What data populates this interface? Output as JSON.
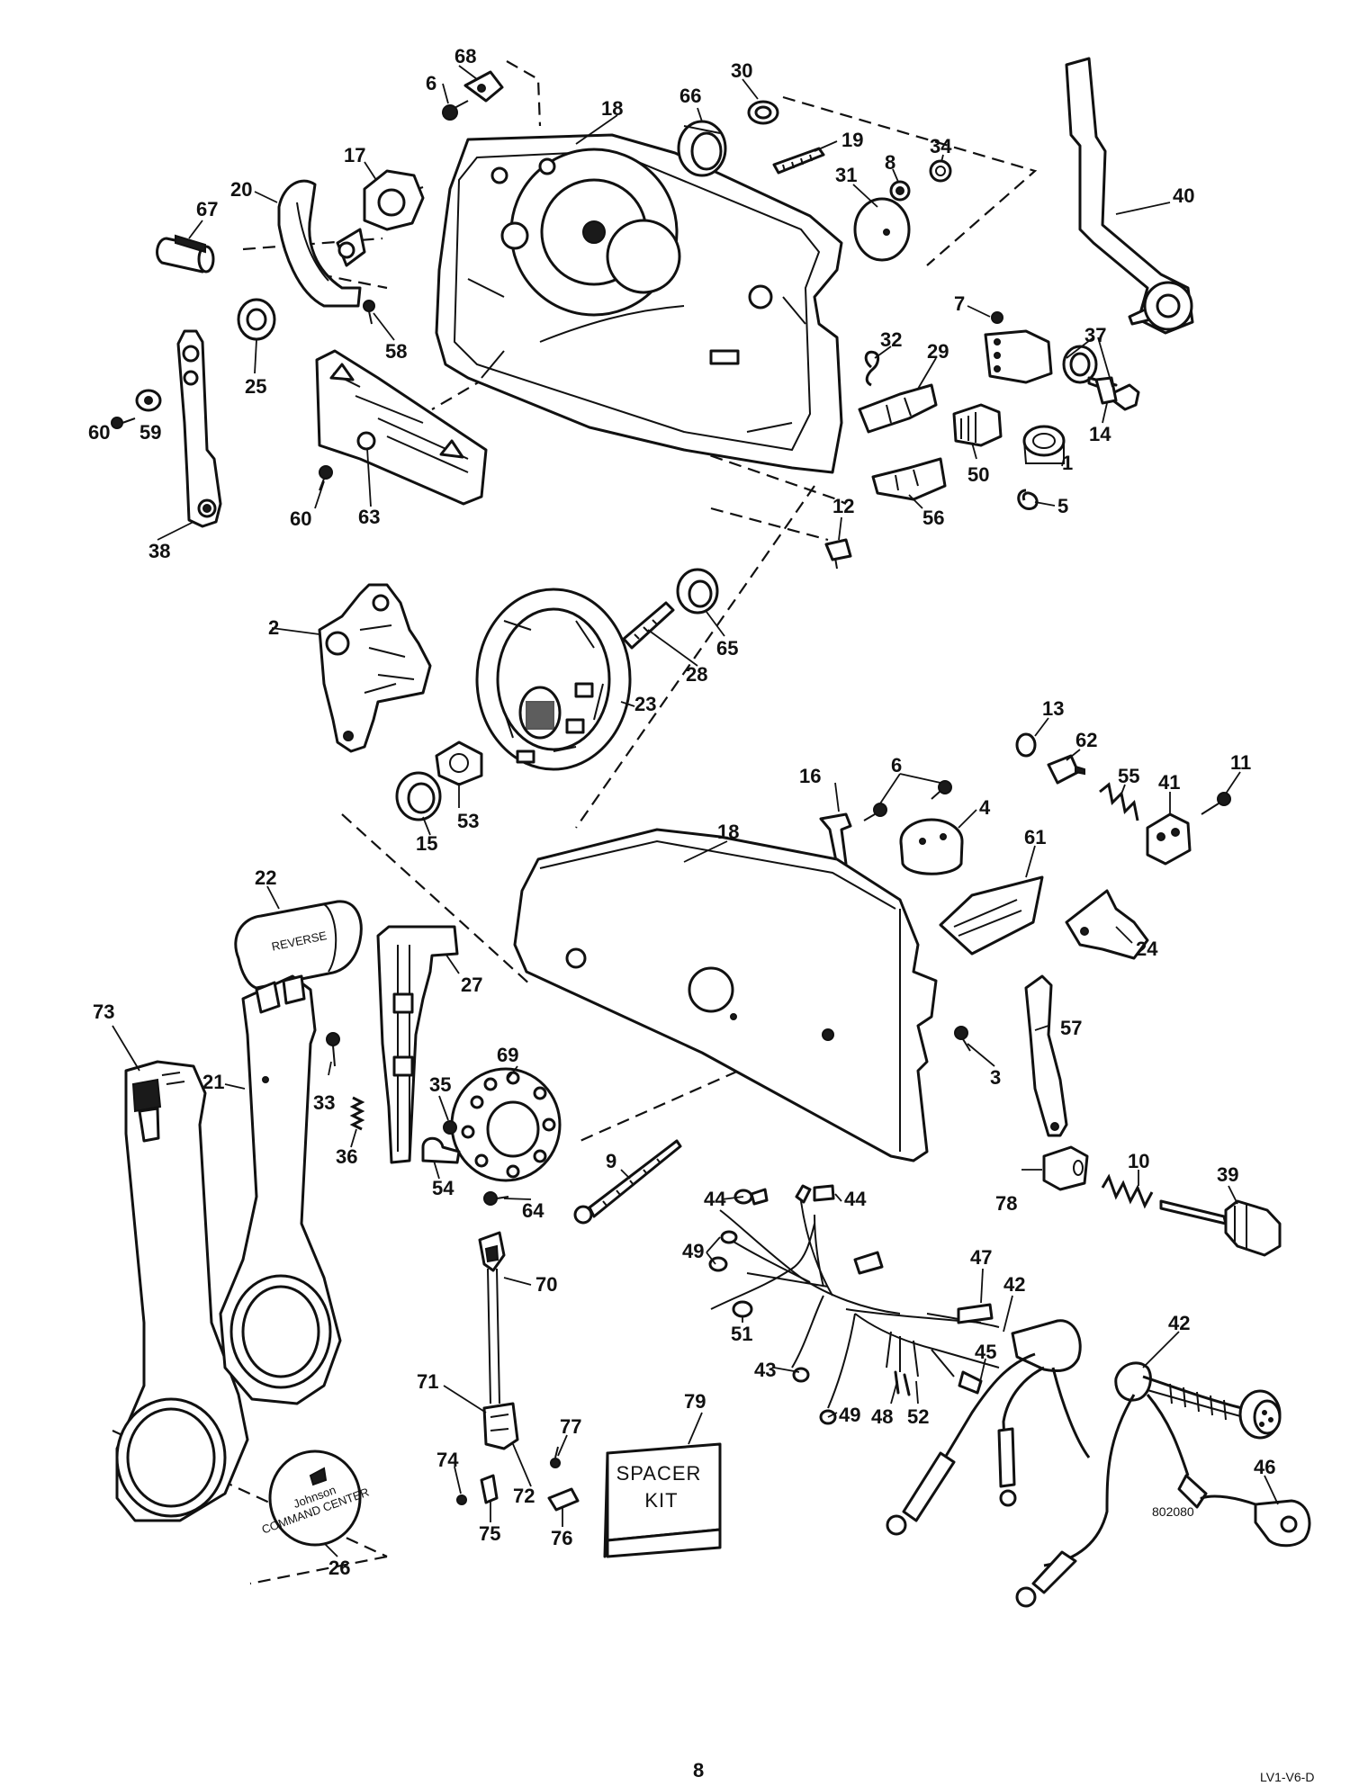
{
  "diagram": {
    "drawing_number": "802080",
    "page_number": "8",
    "corner_code": "LV1-V6-D",
    "spacer_kit_label_line1": "SPACER",
    "spacer_kit_label_line2": "KIT",
    "logo_text_line1": "Johnson",
    "logo_text_line2": "COMMAND CENTER",
    "handle_button_text": "REVERSE"
  },
  "callouts": [
    {
      "id": "c68",
      "label": "68"
    },
    {
      "id": "c6a",
      "label": "6"
    },
    {
      "id": "c30",
      "label": "30"
    },
    {
      "id": "c18a",
      "label": "18"
    },
    {
      "id": "c66",
      "label": "66"
    },
    {
      "id": "c19",
      "label": "19"
    },
    {
      "id": "c8",
      "label": "8"
    },
    {
      "id": "c34",
      "label": "34"
    },
    {
      "id": "c31",
      "label": "31"
    },
    {
      "id": "c40",
      "label": "40"
    },
    {
      "id": "c17",
      "label": "17"
    },
    {
      "id": "c20",
      "label": "20"
    },
    {
      "id": "c67",
      "label": "67"
    },
    {
      "id": "c7",
      "label": "7"
    },
    {
      "id": "c37",
      "label": "37"
    },
    {
      "id": "c58",
      "label": "58"
    },
    {
      "id": "c32",
      "label": "32"
    },
    {
      "id": "c29",
      "label": "29"
    },
    {
      "id": "c25",
      "label": "25"
    },
    {
      "id": "c14",
      "label": "14"
    },
    {
      "id": "c60a",
      "label": "60"
    },
    {
      "id": "c59",
      "label": "59"
    },
    {
      "id": "c50",
      "label": "50"
    },
    {
      "id": "c1",
      "label": "1"
    },
    {
      "id": "c5",
      "label": "5"
    },
    {
      "id": "c60b",
      "label": "60"
    },
    {
      "id": "c63",
      "label": "63"
    },
    {
      "id": "c56",
      "label": "56"
    },
    {
      "id": "c38",
      "label": "38"
    },
    {
      "id": "c12",
      "label": "12"
    },
    {
      "id": "c2",
      "label": "2"
    },
    {
      "id": "c65",
      "label": "65"
    },
    {
      "id": "c28",
      "label": "28"
    },
    {
      "id": "c23",
      "label": "23"
    },
    {
      "id": "c13",
      "label": "13"
    },
    {
      "id": "c62",
      "label": "62"
    },
    {
      "id": "c11",
      "label": "11"
    },
    {
      "id": "c6b",
      "label": "6"
    },
    {
      "id": "c55",
      "label": "55"
    },
    {
      "id": "c16",
      "label": "16"
    },
    {
      "id": "c4",
      "label": "4"
    },
    {
      "id": "c41",
      "label": "41"
    },
    {
      "id": "c53",
      "label": "53"
    },
    {
      "id": "c15",
      "label": "15"
    },
    {
      "id": "c18b",
      "label": "18"
    },
    {
      "id": "c22",
      "label": "22"
    },
    {
      "id": "c61",
      "label": "61"
    },
    {
      "id": "c24",
      "label": "24"
    },
    {
      "id": "c27",
      "label": "27"
    },
    {
      "id": "c73",
      "label": "73"
    },
    {
      "id": "c21",
      "label": "21"
    },
    {
      "id": "c57",
      "label": "57"
    },
    {
      "id": "c3",
      "label": "3"
    },
    {
      "id": "c69",
      "label": "69"
    },
    {
      "id": "c33",
      "label": "33"
    },
    {
      "id": "c35",
      "label": "35"
    },
    {
      "id": "c36",
      "label": "36"
    },
    {
      "id": "c9",
      "label": "9"
    },
    {
      "id": "c10",
      "label": "10"
    },
    {
      "id": "c39",
      "label": "39"
    },
    {
      "id": "c54",
      "label": "54"
    },
    {
      "id": "c64",
      "label": "64"
    },
    {
      "id": "c78",
      "label": "78"
    },
    {
      "id": "c44a",
      "label": "44"
    },
    {
      "id": "c44b",
      "label": "44"
    },
    {
      "id": "c49a",
      "label": "49"
    },
    {
      "id": "c70",
      "label": "70"
    },
    {
      "id": "c47",
      "label": "47"
    },
    {
      "id": "c42a",
      "label": "42"
    },
    {
      "id": "c51",
      "label": "51"
    },
    {
      "id": "c42b",
      "label": "42"
    },
    {
      "id": "c43",
      "label": "43"
    },
    {
      "id": "c45",
      "label": "45"
    },
    {
      "id": "c49b",
      "label": "49"
    },
    {
      "id": "c48",
      "label": "48"
    },
    {
      "id": "c52",
      "label": "52"
    },
    {
      "id": "c79",
      "label": "79"
    },
    {
      "id": "c71",
      "label": "71"
    },
    {
      "id": "c77",
      "label": "77"
    },
    {
      "id": "c74",
      "label": "74"
    },
    {
      "id": "c72",
      "label": "72"
    },
    {
      "id": "c46",
      "label": "46"
    },
    {
      "id": "c75",
      "label": "75"
    },
    {
      "id": "c76",
      "label": "76"
    },
    {
      "id": "c26",
      "label": "26"
    }
  ]
}
